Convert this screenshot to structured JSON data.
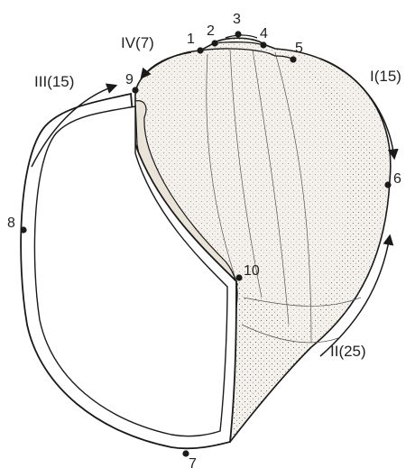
{
  "landmarks": [
    {
      "id": "1",
      "label": "1"
    },
    {
      "id": "2",
      "label": "2"
    },
    {
      "id": "3",
      "label": "3"
    },
    {
      "id": "4",
      "label": "4"
    },
    {
      "id": "5",
      "label": "5"
    },
    {
      "id": "6",
      "label": "6"
    },
    {
      "id": "7",
      "label": "7"
    },
    {
      "id": "8",
      "label": "8"
    },
    {
      "id": "9",
      "label": "9"
    },
    {
      "id": "10",
      "label": "10"
    }
  ],
  "segments": [
    {
      "id": "I",
      "label": "I(15)"
    },
    {
      "id": "II",
      "label": "II(25)"
    },
    {
      "id": "III",
      "label": "III(15)"
    },
    {
      "id": "IV",
      "label": "IV(7)"
    }
  ],
  "colors": {
    "ink": "#1a1a1a",
    "paper": "#ffffff",
    "shell": "#f4f1ec"
  }
}
